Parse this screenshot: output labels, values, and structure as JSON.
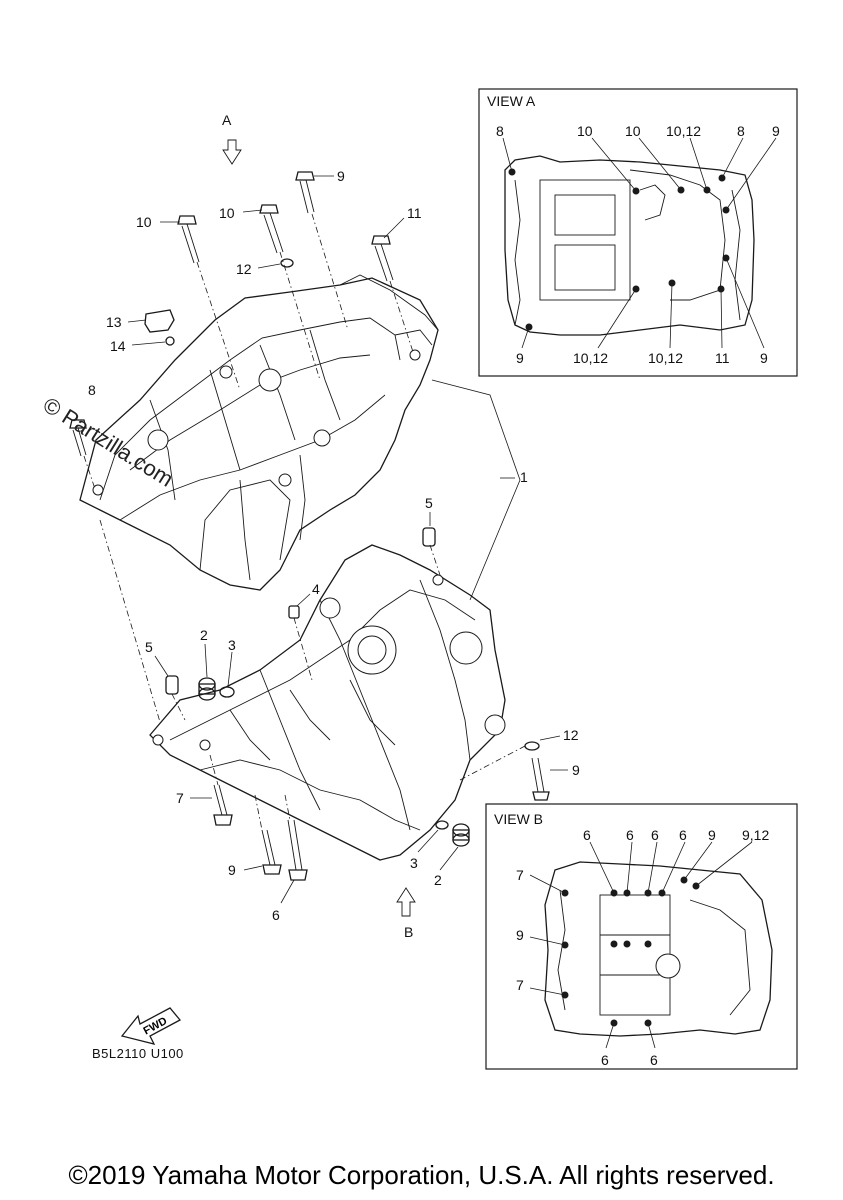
{
  "watermark": "© Partzilla.com",
  "diagram_code": "B5L2110 U100",
  "copyright": "©2019 Yamaha Motor Corporation, U.S.A. All rights reserved.",
  "fwd_label": "FWD",
  "view_arrows": {
    "a": "A",
    "b": "B"
  },
  "view_a": {
    "title": "VIEW A",
    "top_callouts": [
      "8",
      "10",
      "10",
      "10,12",
      "8",
      "9"
    ],
    "bottom_callouts": [
      "9",
      "10,12",
      "10,12",
      "11",
      "9"
    ]
  },
  "view_b": {
    "title": "VIEW B",
    "top_callouts": [
      "6",
      "6",
      "6",
      "6",
      "9",
      "9,12"
    ],
    "left_callouts": [
      "7",
      "9",
      "7"
    ],
    "bottom_callouts": [
      "6",
      "6"
    ]
  },
  "callouts": {
    "c1": "1",
    "c2a": "2",
    "c2b": "2",
    "c3a": "3",
    "c3b": "3",
    "c4": "4",
    "c5a": "5",
    "c5b": "5",
    "c6": "6",
    "c7": "7",
    "c8": "8",
    "c9a": "9",
    "c9b": "9",
    "c9c": "9",
    "c10a": "10",
    "c10b": "10",
    "c11": "11",
    "c12a": "12",
    "c12b": "12",
    "c13": "13",
    "c14": "14"
  }
}
